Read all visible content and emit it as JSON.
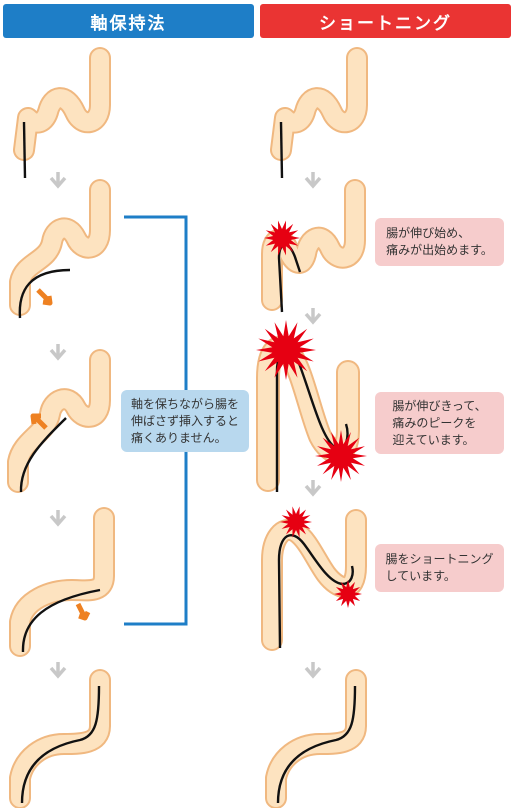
{
  "headers": {
    "left": "軸保持法",
    "right": "ショートニング"
  },
  "notes": {
    "axis_hold": "軸を保ちながら腸を\n伸ばさず挿入すると\n痛くありません。",
    "step2": "腸が伸び始め、\n痛みが出始めます。",
    "step3": "腸が伸びきって、\n痛みのピークを\n迎えています。",
    "step4": "腸をショートニング\nしています。"
  },
  "colors": {
    "left_header": "#1e7ec7",
    "right_header": "#ea3433",
    "intestine_fill": "#fde3c0",
    "intestine_edge": "#f0b880",
    "scope": "#111111",
    "pain_burst": "#e60012",
    "arrow_orange": "#ee8122",
    "down_arrow_gray": "#c8c8c8",
    "bracket_blue": "#1e7ec7",
    "note_blue": "#b8d8ee",
    "note_pink": "#f6cccc"
  },
  "icons": {
    "step_arrow": "down-chevron-icon",
    "push_arrow": "orange-arrow-icon",
    "pain": "pain-burst-icon"
  }
}
